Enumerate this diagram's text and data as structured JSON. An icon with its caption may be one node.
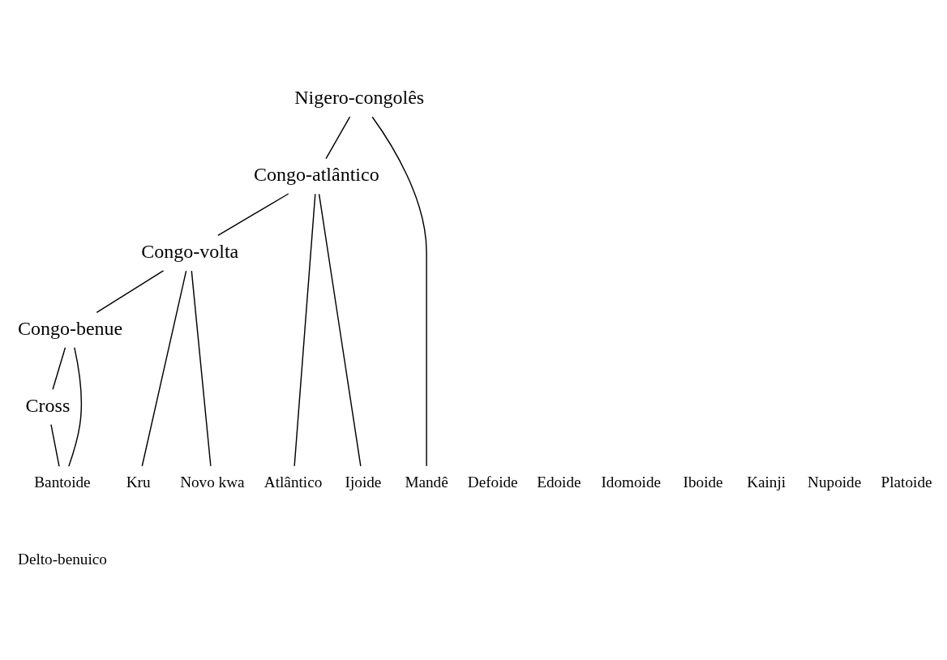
{
  "diagram": {
    "nodes": [
      {
        "text": [
          "Nigero-congolês"
        ]
      },
      {
        "text": [
          "Congo-atlântico"
        ]
      },
      {
        "text": [
          "Congo-volta"
        ]
      },
      {
        "text": [
          "Congo-benue"
        ]
      },
      {
        "text": [
          "Mandê"
        ]
      },
      {
        "text": [
          "Atlântico"
        ]
      },
      {
        "text": [
          "Ijoide"
        ]
      },
      {
        "text": [
          "Cross"
        ]
      },
      {
        "text": [
          "Defoide"
        ]
      },
      {
        "text": [
          "Edoide"
        ]
      },
      {
        "text": [
          "Idomoide"
        ]
      },
      {
        "text": [
          "Iboide"
        ]
      },
      {
        "text": [
          "Kainji"
        ]
      },
      {
        "text": [
          "Nupoide"
        ]
      },
      {
        "text": [
          "Platoide"
        ]
      },
      {
        "text": [
          "Bantoide"
        ]
      },
      {
        "text": [
          "Kru"
        ]
      },
      {
        "text": [
          "Novo kwa"
        ]
      }
    ],
    "edges": [
      {
        "from": 0,
        "to": 4,
        "arrow": "none"
      },
      {
        "from": 0,
        "to": 1,
        "arrow": "none"
      },
      {
        "from": 1,
        "to": 5,
        "arrow": "none"
      },
      {
        "from": 1,
        "to": 6,
        "arrow": "none"
      },
      {
        "from": 1,
        "to": 2,
        "arrow": "none"
      },
      {
        "from": 2,
        "to": 3,
        "arrow": "none"
      },
      {
        "from": 2,
        "to": 16,
        "arrow": "none"
      },
      {
        "from": 2,
        "to": 17,
        "arrow": "none"
      },
      {
        "from": 3,
        "to": 7,
        "arrow": "none"
      },
      {
        "from": 3,
        "to": 15,
        "arrow": "none"
      },
      {
        "from": 7,
        "to": 15,
        "arrow": "none"
      }
    ],
    "labels": [
      "Delto-benuico"
    ]
  }
}
